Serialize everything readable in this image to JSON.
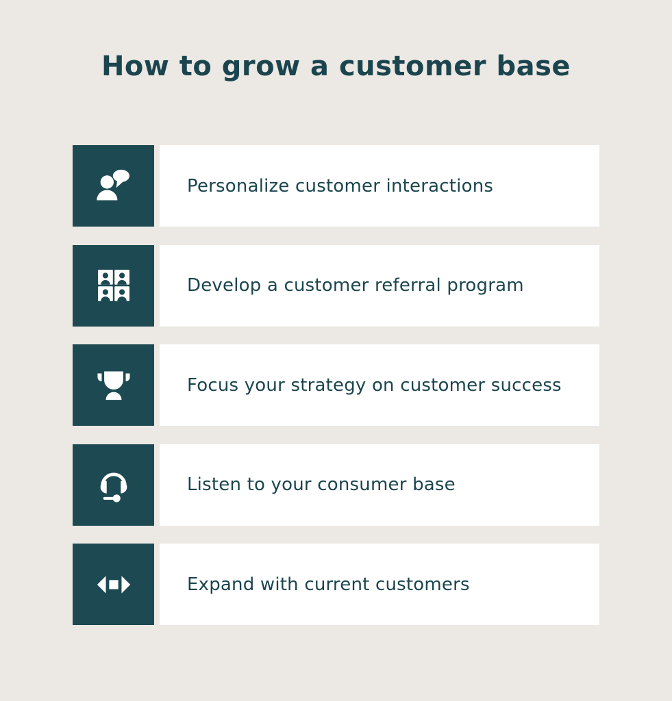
{
  "page": {
    "title": "How to grow a customer base",
    "background_color": "#ECE8E4",
    "accent_color": "#1D4A52",
    "card_color": "#FFFFFF",
    "text_color": "#1B454E"
  },
  "rows": [
    {
      "icon": "person-chat-icon",
      "label": "Personalize customer interactions"
    },
    {
      "icon": "user-grid-icon",
      "label": "Develop a customer referral program"
    },
    {
      "icon": "trophy-icon",
      "label": "Focus your strategy on customer success"
    },
    {
      "icon": "headset-icon",
      "label": "Listen to your consumer base"
    },
    {
      "icon": "expand-icon",
      "label": "Expand with current customers"
    }
  ]
}
